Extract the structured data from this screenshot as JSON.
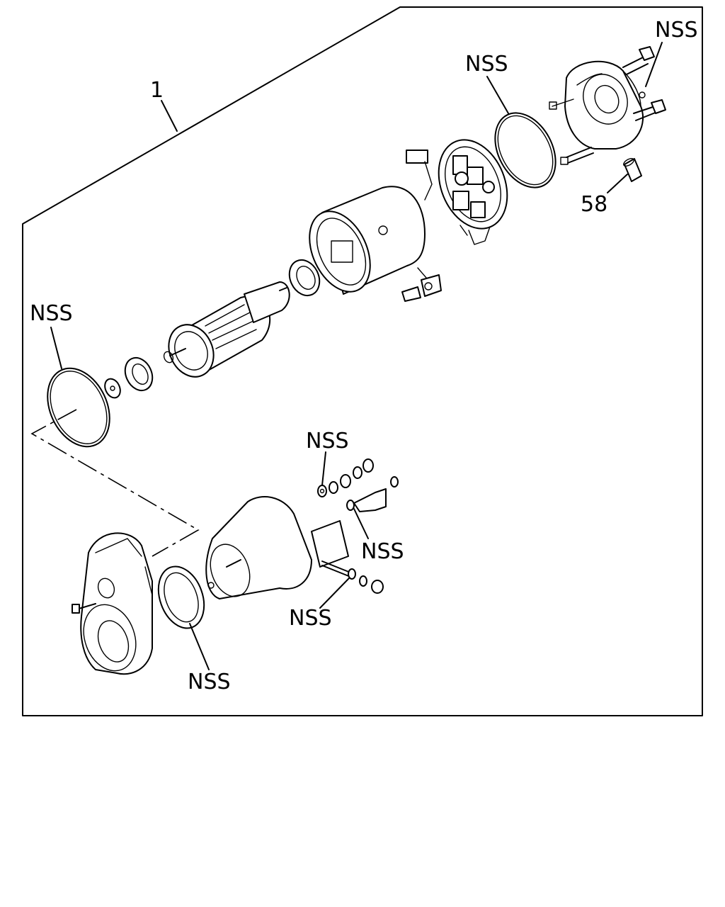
{
  "diagram": {
    "callouts": {
      "assembly": "1",
      "part_58": "58",
      "nss_top_right": "NSS",
      "nss_end_cover_oring": "NSS",
      "nss_left_oring": "NSS",
      "nss_terminal_washer": "NSS",
      "nss_bracket_washer": "NSS",
      "nss_stud_washer": "NSS",
      "nss_front_seal": "NSS"
    }
  }
}
